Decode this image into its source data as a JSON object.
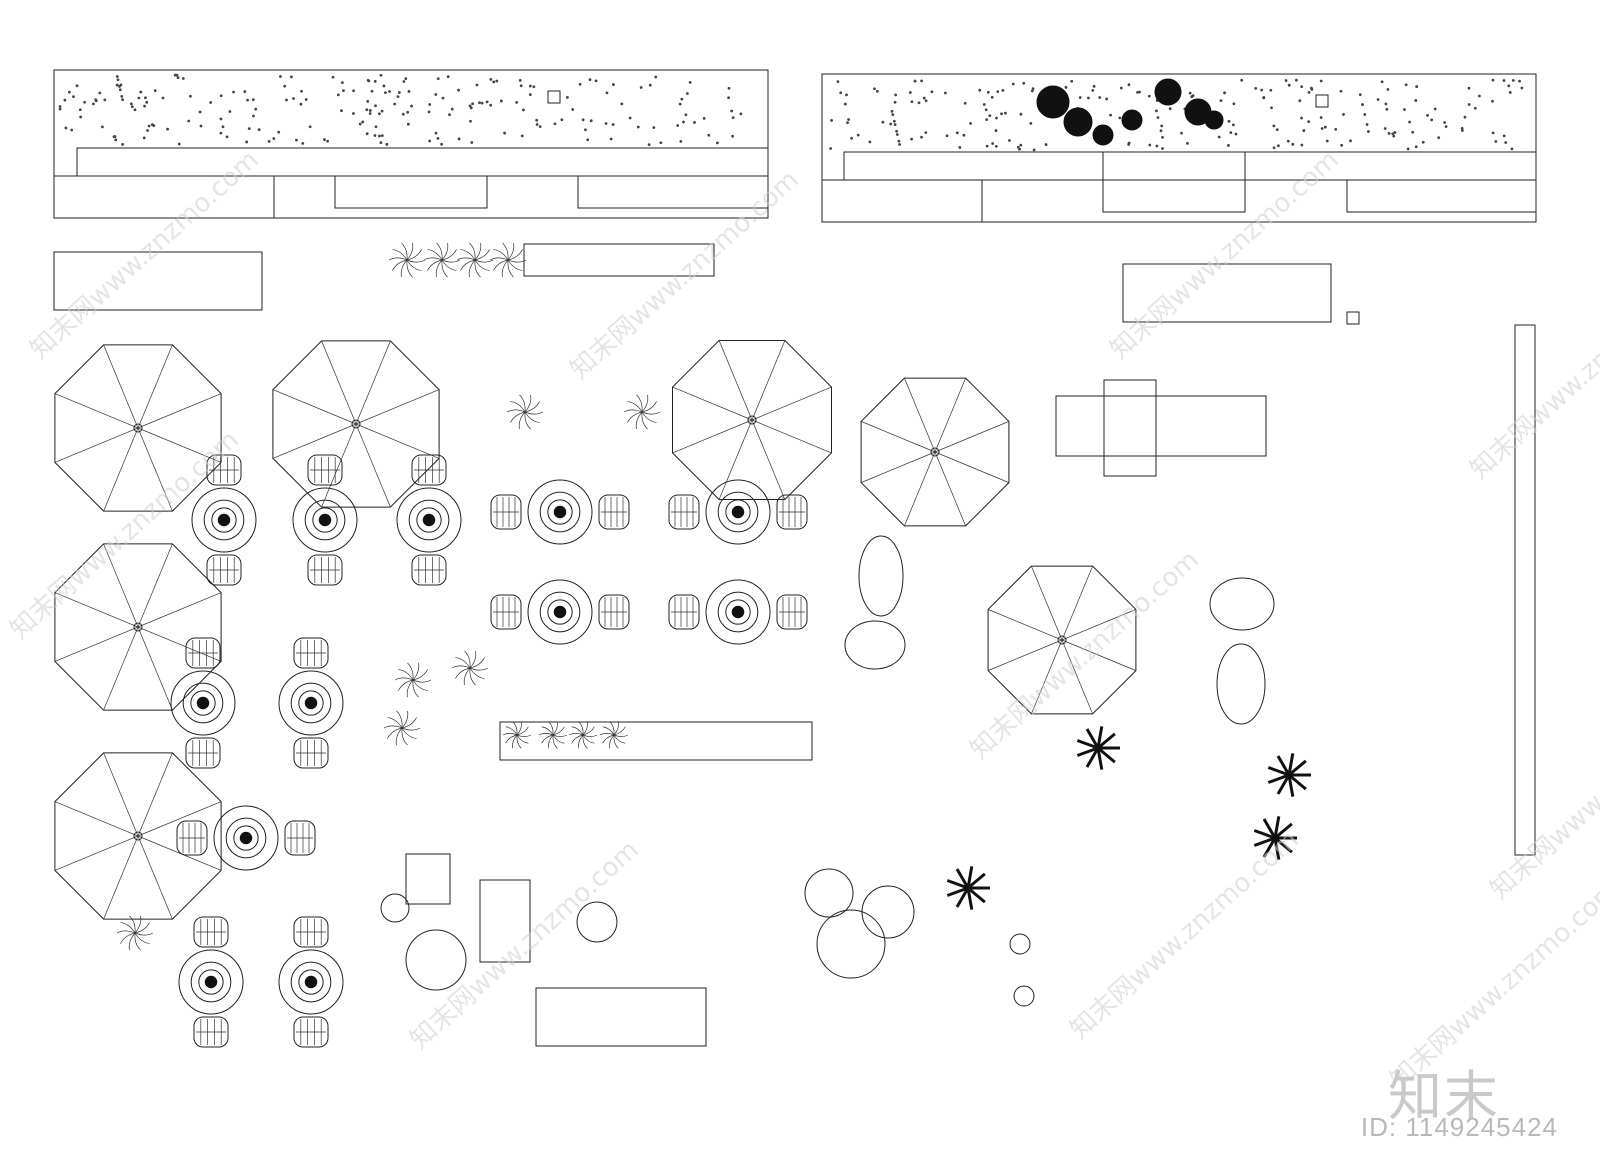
{
  "brand": {
    "logo_text": "知末",
    "id_text": "ID: 1149245424"
  },
  "watermark": {
    "text": "知末网www.znzmo.com"
  },
  "colors": {
    "line": "#222222",
    "background": "#ffffff",
    "watermark": "#cfcfcf"
  },
  "icons": [
    "umbrella-icon",
    "round-table-icon",
    "lounge-chair-icon",
    "potted-plant-icon",
    "sofa-icon",
    "palm-icon"
  ]
}
